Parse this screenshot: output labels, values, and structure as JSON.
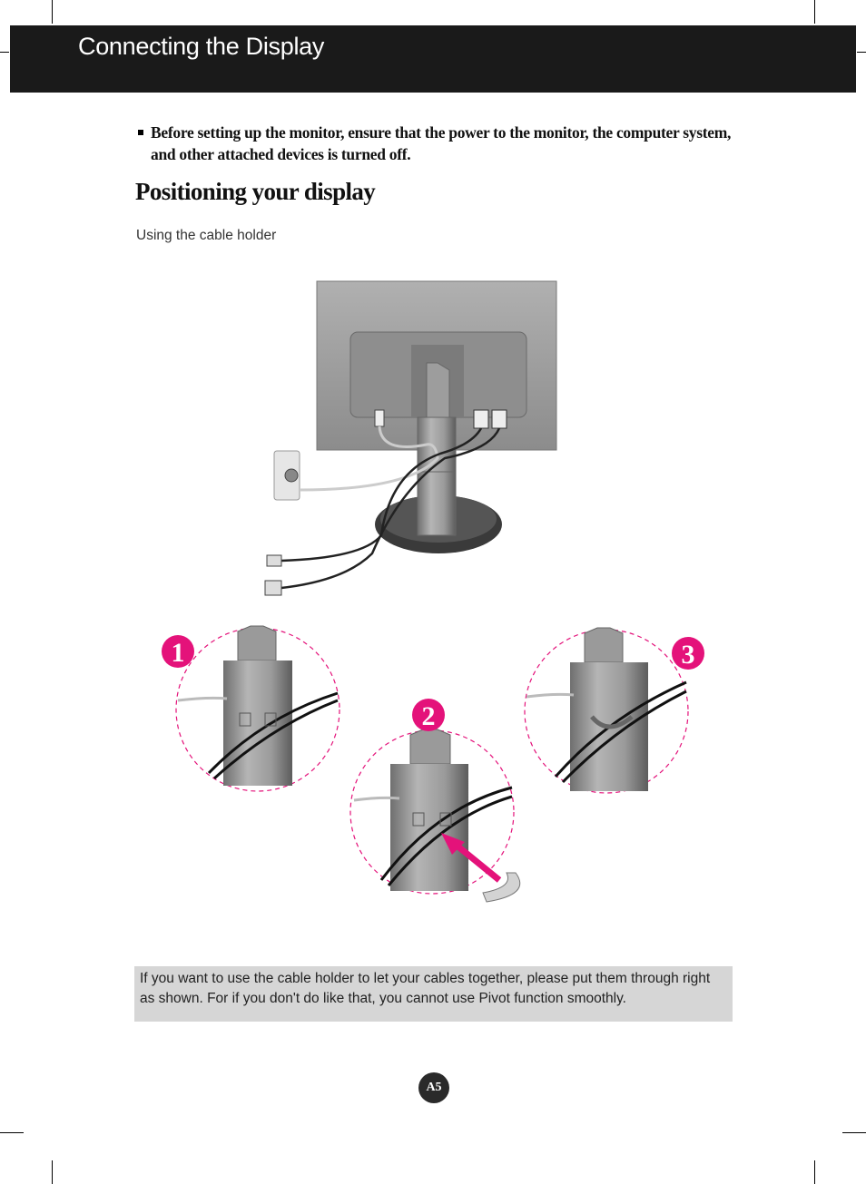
{
  "header": {
    "title": "Connecting the Display"
  },
  "warning": {
    "text": "Before setting up the monitor, ensure that the power to the monitor, the computer system, and other attached devices is turned off."
  },
  "section": {
    "title": "Positioning your display",
    "subtitle": "Using the cable holder"
  },
  "steps": {
    "one": "1",
    "two": "2",
    "three": "3"
  },
  "note": {
    "text": "If you want to use the cable holder to let your cables together, please put them through right as shown. For if you don't do like that, you cannot use Pivot function smoothly."
  },
  "footer": {
    "page_number": "A5"
  },
  "colors": {
    "header_bg": "#1a1a1a",
    "accent_pink": "#e4127a",
    "note_bg": "#d6d6d6"
  }
}
